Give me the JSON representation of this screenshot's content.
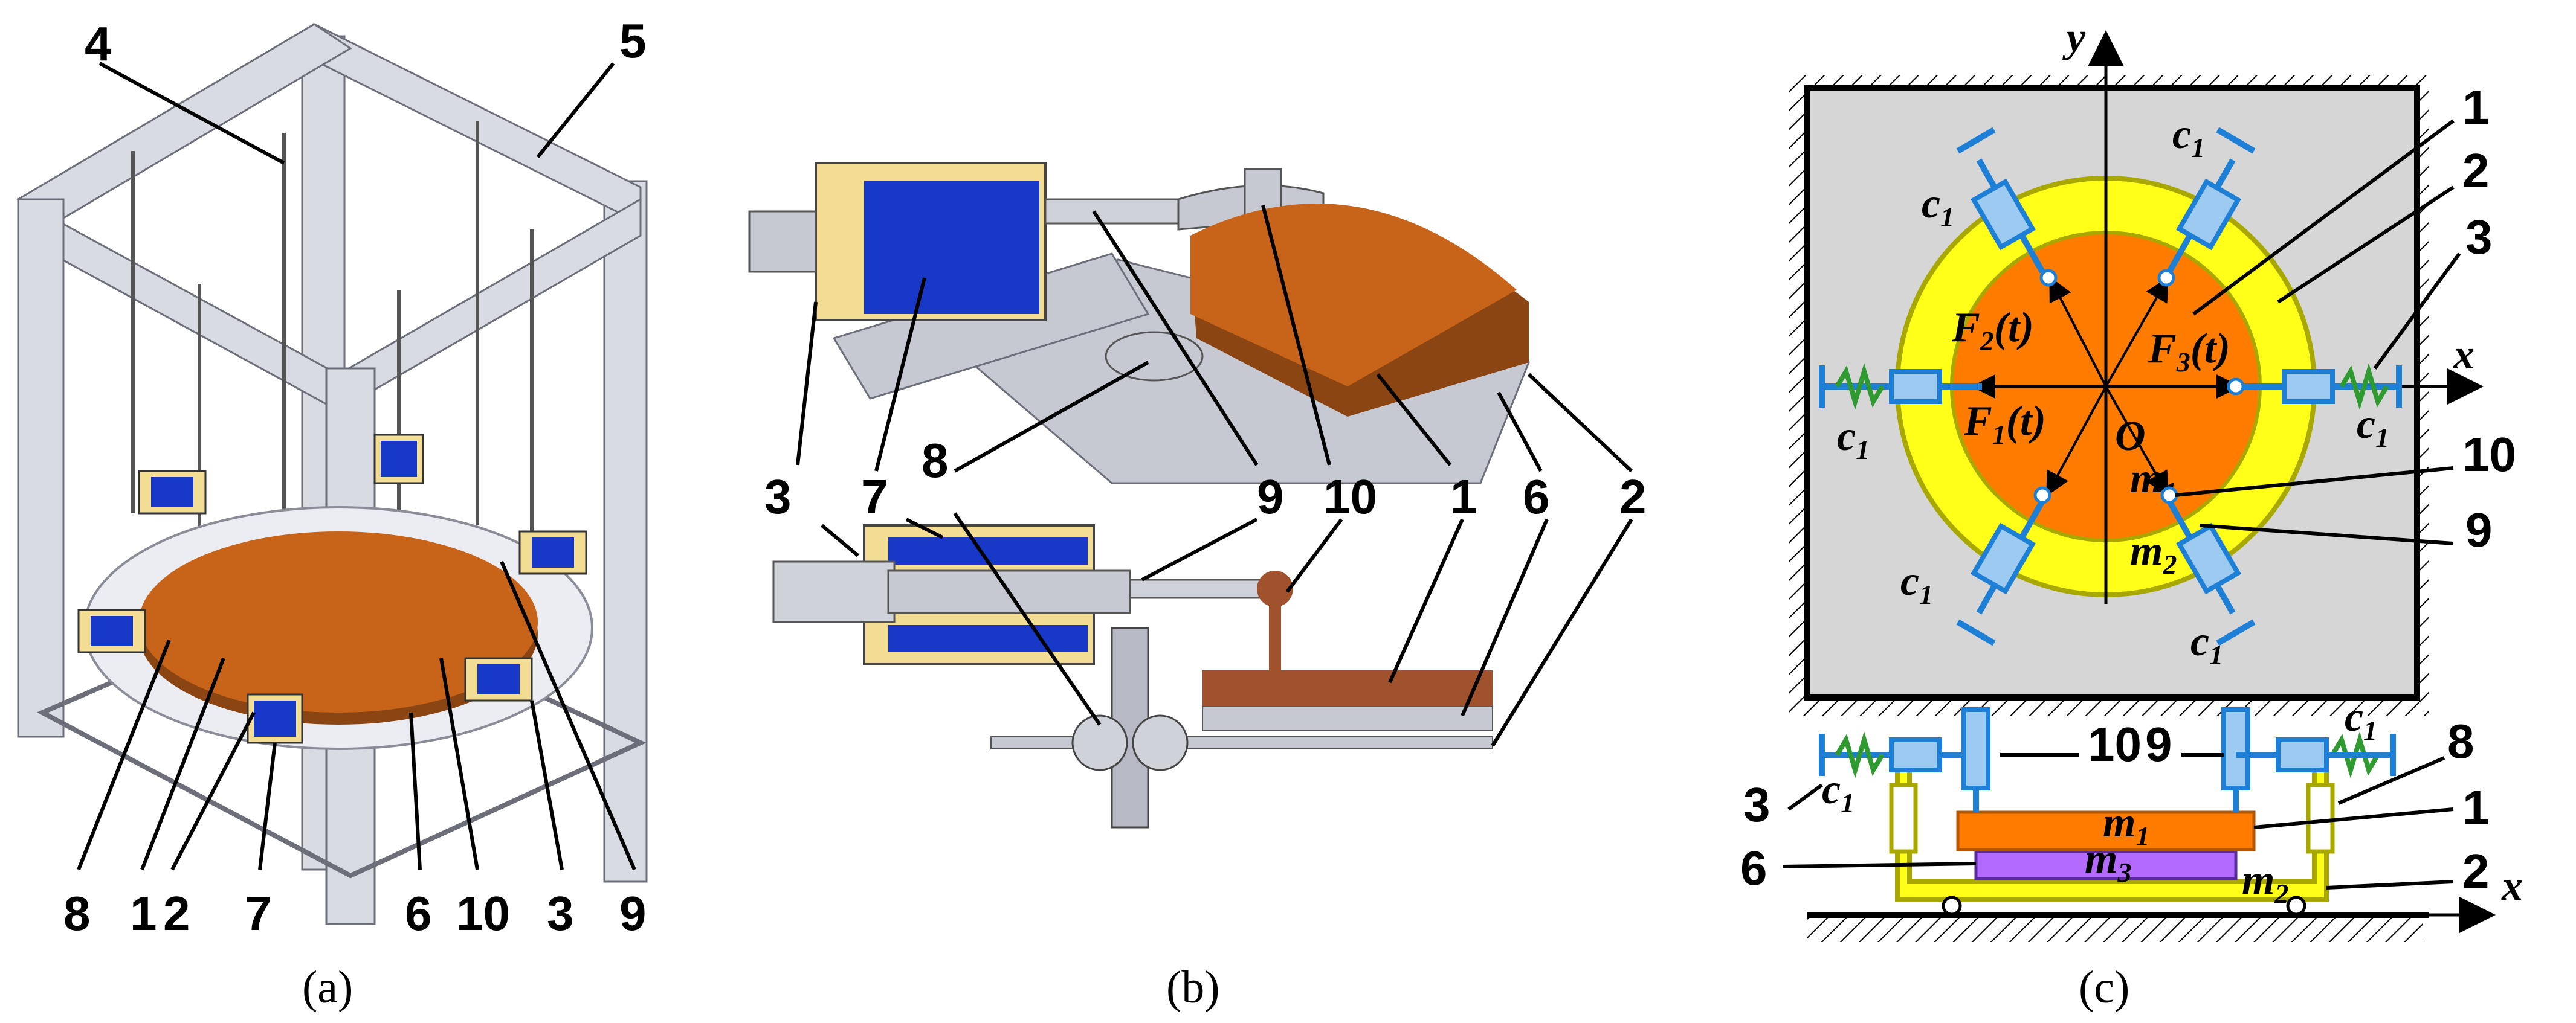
{
  "panels": [
    {
      "id": "a",
      "caption": "(a)",
      "labels": [
        "4",
        "5",
        "8",
        "1",
        "2",
        "7",
        "6",
        "10",
        "3",
        "9"
      ]
    },
    {
      "id": "b",
      "caption": "(b)",
      "labels_top": [
        "3",
        "7",
        "8",
        "9",
        "10",
        "1",
        "6",
        "2"
      ]
    },
    {
      "id": "c",
      "caption": "(c)",
      "plan_labels": [
        "1",
        "2",
        "3",
        "10",
        "9"
      ],
      "side_labels": [
        "10",
        "9",
        "8",
        "3",
        "1",
        "6",
        "2"
      ],
      "axes": {
        "x": "x",
        "y": "y",
        "origin": "O"
      },
      "forces": {
        "f1": "F",
        "f1_sub": "1",
        "f1_arg": "(t)",
        "f2": "F",
        "f2_sub": "2",
        "f2_arg": "(t)",
        "f3": "F",
        "f3_sub": "3",
        "f3_arg": "(t)"
      },
      "masses": {
        "m": "m",
        "m1_sub": "1",
        "m2_sub": "2",
        "m3_sub": "3"
      },
      "spring": {
        "c": "c",
        "sub": "1"
      }
    }
  ],
  "colors": {
    "plate": "#c8641a",
    "ring": "#ffff1a",
    "ring_border": "#a8a800",
    "inner_disk": "#ff7c00",
    "spring_blue": "#1e7fd6",
    "spring_green": "#2f9a2f",
    "mass3": "#b36bff",
    "solenoid": "#1838c8",
    "housing": "#f3dc93"
  }
}
